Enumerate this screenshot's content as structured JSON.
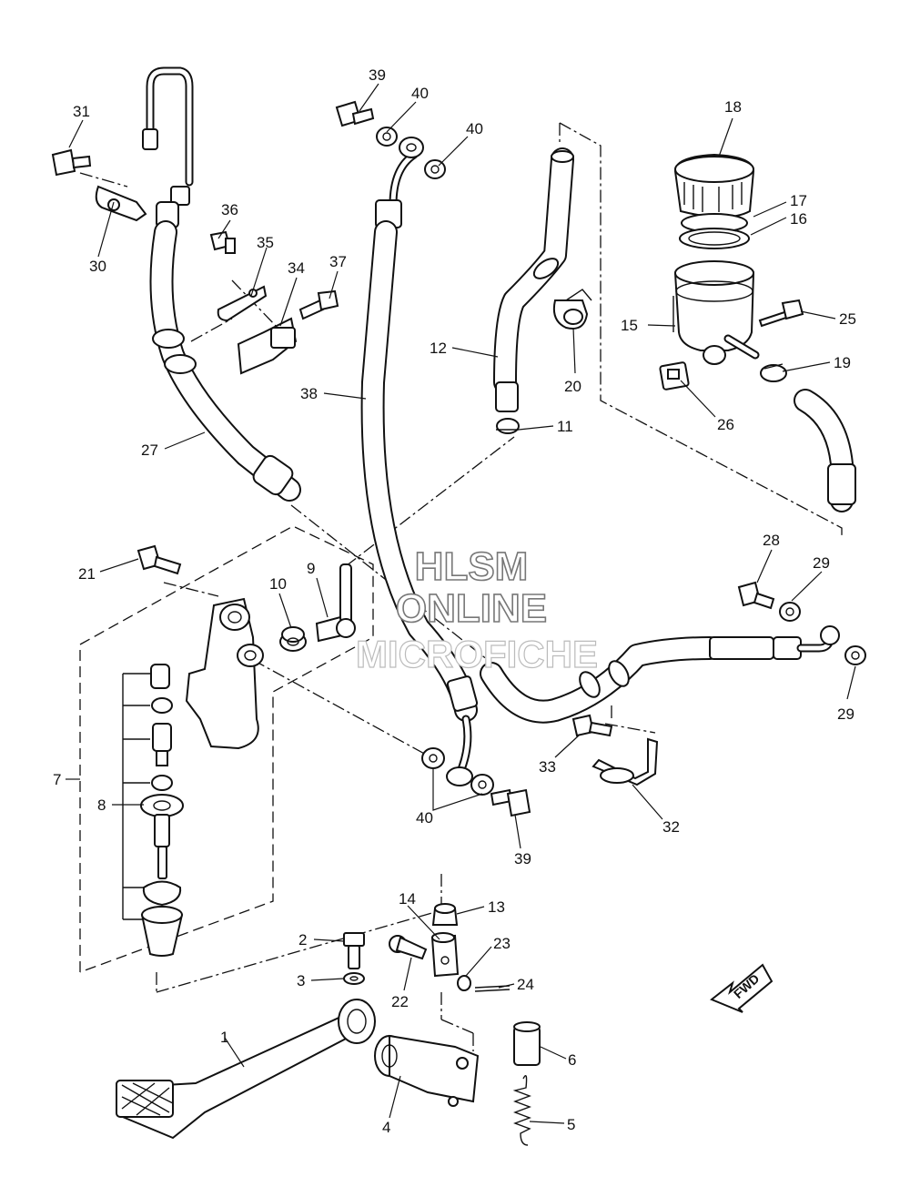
{
  "watermark": {
    "line1": "HLSM",
    "line2": "ONLINE",
    "line3": "MICROFICHE"
  },
  "direction_badge": "FWD",
  "callouts": [
    {
      "id": "c31",
      "label": "31"
    },
    {
      "id": "c30",
      "label": "30"
    },
    {
      "id": "c36",
      "label": "36"
    },
    {
      "id": "c35",
      "label": "35"
    },
    {
      "id": "c34",
      "label": "34"
    },
    {
      "id": "c37",
      "label": "37"
    },
    {
      "id": "c39a",
      "label": "39"
    },
    {
      "id": "c40a",
      "label": "40"
    },
    {
      "id": "c40b",
      "label": "40"
    },
    {
      "id": "c38",
      "label": "38"
    },
    {
      "id": "c27",
      "label": "27"
    },
    {
      "id": "c12",
      "label": "12"
    },
    {
      "id": "c20",
      "label": "20"
    },
    {
      "id": "c11",
      "label": "11"
    },
    {
      "id": "c18",
      "label": "18"
    },
    {
      "id": "c17",
      "label": "17"
    },
    {
      "id": "c16",
      "label": "16"
    },
    {
      "id": "c15",
      "label": "15"
    },
    {
      "id": "c25",
      "label": "25"
    },
    {
      "id": "c19",
      "label": "19"
    },
    {
      "id": "c26",
      "label": "26"
    },
    {
      "id": "c21",
      "label": "21"
    },
    {
      "id": "c10",
      "label": "10"
    },
    {
      "id": "c9",
      "label": "9"
    },
    {
      "id": "c28",
      "label": "28"
    },
    {
      "id": "c29a",
      "label": "29"
    },
    {
      "id": "c29b",
      "label": "29"
    },
    {
      "id": "c7",
      "label": "7"
    },
    {
      "id": "c8",
      "label": "8"
    },
    {
      "id": "c33",
      "label": "33"
    },
    {
      "id": "c32",
      "label": "32"
    },
    {
      "id": "c40c",
      "label": "40"
    },
    {
      "id": "c39b",
      "label": "39"
    },
    {
      "id": "c14",
      "label": "14"
    },
    {
      "id": "c13",
      "label": "13"
    },
    {
      "id": "c2",
      "label": "2"
    },
    {
      "id": "c23",
      "label": "23"
    },
    {
      "id": "c3",
      "label": "3"
    },
    {
      "id": "c22",
      "label": "22"
    },
    {
      "id": "c24",
      "label": "24"
    },
    {
      "id": "c1",
      "label": "1"
    },
    {
      "id": "c6",
      "label": "6"
    },
    {
      "id": "c4",
      "label": "4"
    },
    {
      "id": "c5",
      "label": "5"
    }
  ]
}
